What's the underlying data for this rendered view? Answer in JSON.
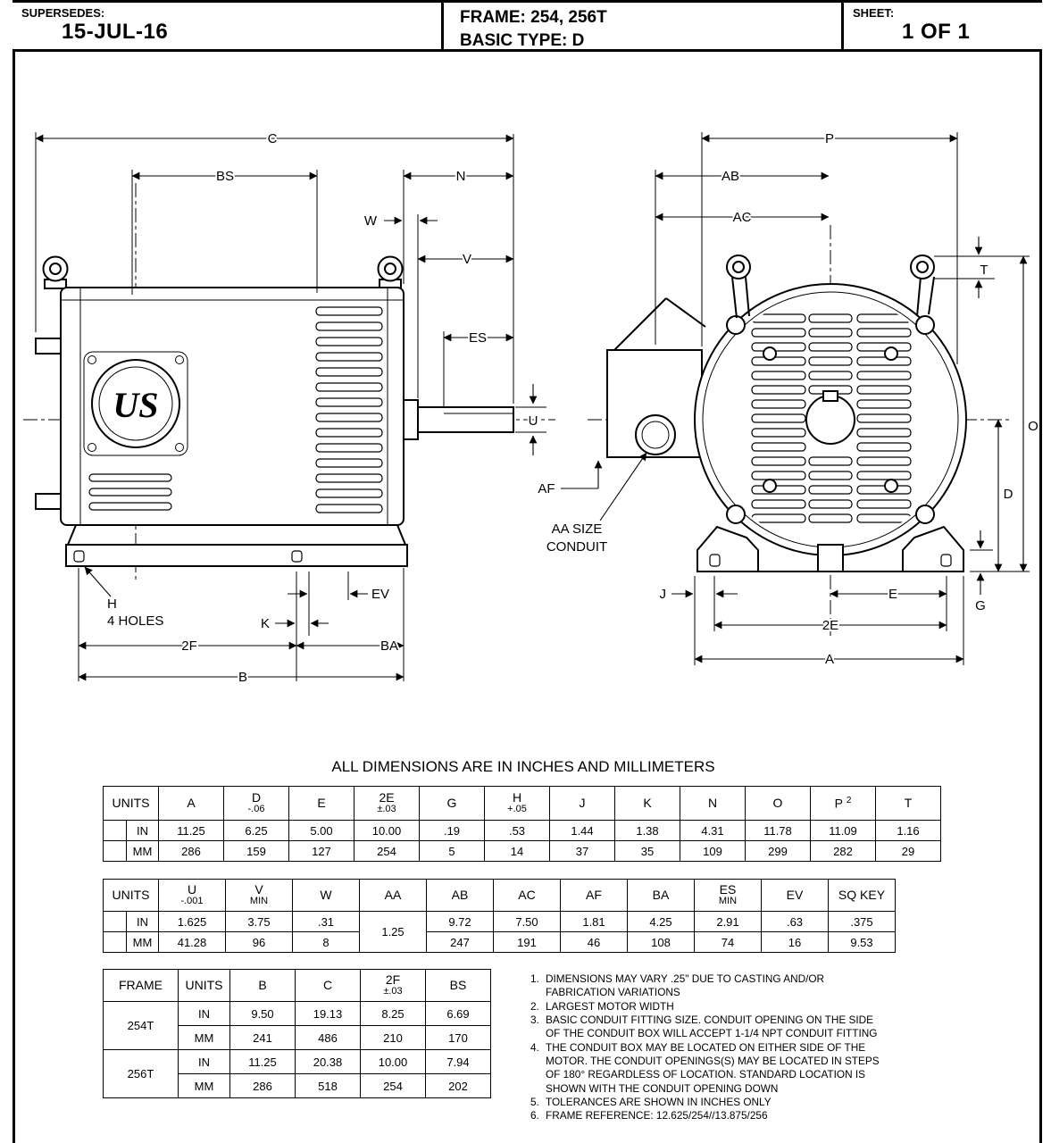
{
  "header": {
    "supersedes_label": "SUPERSEDES:",
    "supersedes_value": "15-JUL-16",
    "frame": "FRAME: 254, 256T",
    "basic_type": "BASIC TYPE: D",
    "sheet_label": "SHEET:",
    "sheet_value": "1 OF 1"
  },
  "logo": "US",
  "drawing": {
    "side": {
      "C": "C",
      "BS": "BS",
      "N": "N",
      "W": "W",
      "V": "V",
      "ES": "ES",
      "U": "U",
      "H": "H",
      "holes": "4 HOLES",
      "K": "K",
      "EV": "EV",
      "BA": "BA",
      "F2": "2F",
      "B": "B"
    },
    "end": {
      "P": "P",
      "AB": "AB",
      "AC": "AC",
      "T": "T",
      "O": "O",
      "D": "D",
      "AF": "AF",
      "AA1": "AA SIZE",
      "AA2": "CONDUIT",
      "J": "J",
      "E": "E",
      "G": "G",
      "E2": "2E",
      "A": "A"
    }
  },
  "dimensions_title": "ALL DIMENSIONS ARE IN INCHES AND MILLIMETERS",
  "units": {
    "in": "IN",
    "mm": "MM"
  },
  "table1": {
    "headers": {
      "units": "UNITS",
      "A": "A",
      "D": "D",
      "D_tol": "-.06",
      "E": "E",
      "E2": "2E",
      "E2_tol": "±.03",
      "G": "G",
      "H": "H",
      "H_tol": "+.05",
      "J": "J",
      "K": "K",
      "N": "N",
      "O": "O",
      "P": "P",
      "P_sup": "2",
      "T": "T"
    },
    "in": [
      "11.25",
      "6.25",
      "5.00",
      "10.00",
      ".19",
      ".53",
      "1.44",
      "1.38",
      "4.31",
      "11.78",
      "11.09",
      "1.16"
    ],
    "mm": [
      "286",
      "159",
      "127",
      "254",
      "5",
      "14",
      "37",
      "35",
      "109",
      "299",
      "282",
      "29"
    ]
  },
  "table2": {
    "headers": {
      "units": "UNITS",
      "U": "U",
      "U_tol": "-.001",
      "V": "V",
      "V_sub": "MIN",
      "W": "W",
      "AA": "AA",
      "AB": "AB",
      "AC": "AC",
      "AF": "AF",
      "BA": "BA",
      "ES": "ES",
      "ES_sub": "MIN",
      "EV": "EV",
      "SQKEY": "SQ KEY"
    },
    "aa_value": "1.25",
    "in": [
      "1.625",
      "3.75",
      ".31",
      "9.72",
      "7.50",
      "1.81",
      "4.25",
      "2.91",
      ".63",
      ".375"
    ],
    "mm": [
      "41.28",
      "96",
      "8",
      "247",
      "191",
      "46",
      "108",
      "74",
      "16",
      "9.53"
    ]
  },
  "table3": {
    "headers": {
      "frame": "FRAME",
      "units": "UNITS",
      "B": "B",
      "C": "C",
      "F2": "2F",
      "F2_tol": "±.03",
      "BS": "BS"
    },
    "frames": [
      {
        "name": "254T",
        "in": [
          "9.50",
          "19.13",
          "8.25",
          "6.69"
        ],
        "mm": [
          "241",
          "486",
          "210",
          "170"
        ]
      },
      {
        "name": "256T",
        "in": [
          "11.25",
          "20.38",
          "10.00",
          "7.94"
        ],
        "mm": [
          "286",
          "518",
          "254",
          "202"
        ]
      }
    ]
  },
  "notes": [
    {
      "n": "1.",
      "t": "DIMENSIONS MAY VARY .25\" DUE TO CASTING AND/OR FABRICATION VARIATIONS"
    },
    {
      "n": "2.",
      "t": "LARGEST MOTOR WIDTH"
    },
    {
      "n": "3.",
      "t": "BASIC CONDUIT FITTING SIZE.  CONDUIT OPENING ON THE SIDE OF THE CONDUIT BOX WILL ACCEPT 1-1/4 NPT CONDUIT FITTING"
    },
    {
      "n": "4.",
      "t": "THE CONDUIT BOX MAY BE LOCATED ON EITHER SIDE OF THE MOTOR.  THE CONDUIT OPENINGS(S) MAY BE LOCATED IN STEPS OF 180° REGARDLESS OF LOCATION.  STANDARD LOCATION IS SHOWN WITH THE CONDUIT OPENING DOWN"
    },
    {
      "n": "5.",
      "t": "TOLERANCES ARE SHOWN IN INCHES ONLY"
    },
    {
      "n": "6.",
      "t": "FRAME REFERENCE: 12.625/254//13.875/256"
    }
  ]
}
